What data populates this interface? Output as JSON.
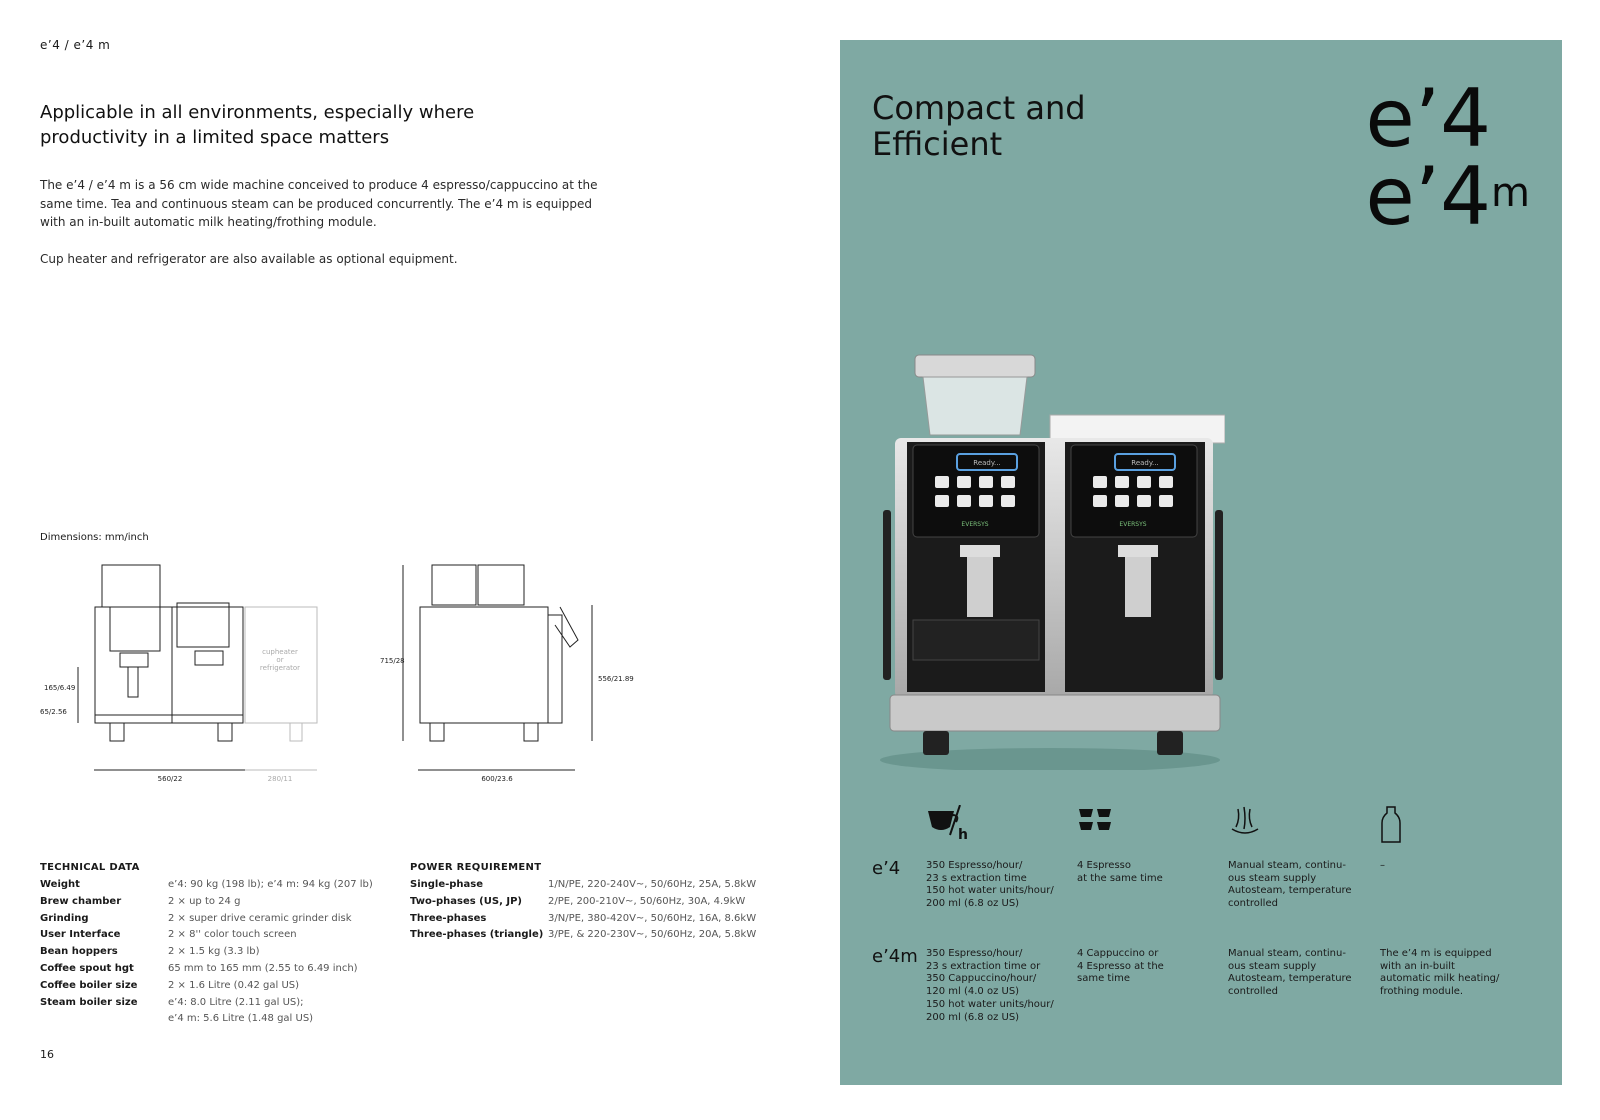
{
  "header": {
    "breadcrumb": "e’4 / e’4 m"
  },
  "left": {
    "headline": "Applicable in all environments, especially where productivity in a limited space matters",
    "paragraphs": [
      "The e’4 / e’4 m is a 56 cm wide machine conceived to produce 4 espresso/cappuccino at the same time. Tea and continuous steam can be produced concurrently. The e’4 m is equipped with an in-built automatic milk heating/frothing module.",
      "Cup heater and refrigerator are also available as optional equipment."
    ],
    "dimensions_label": "Dimensions: mm/inch",
    "drawing_labels": {
      "cupheater": "cupheater",
      "or": "or",
      "refrigerator": "refrigerator",
      "h165": "165/6.49",
      "h65": "65/2.56",
      "w560": "560/22",
      "w280": "280/11",
      "h715": "715/28",
      "h556": "556/21.89",
      "d600": "600/23.6"
    },
    "page_number": "16"
  },
  "technical": {
    "title": "TECHNICAL DATA",
    "rows": [
      {
        "k": "Weight",
        "v": "e’4: 90 kg (198 lb); e’4 m: 94 kg (207 lb)"
      },
      {
        "k": "Brew chamber",
        "v": "2 × up to 24 g"
      },
      {
        "k": "Grinding",
        "v": "2 × super drive ceramic grinder disk"
      },
      {
        "k": "User Interface",
        "v": "2 × 8'' color touch screen"
      },
      {
        "k": "Bean hoppers",
        "v": "2 × 1.5 kg (3.3 lb)"
      },
      {
        "k": "Coffee spout hgt",
        "v": "65 mm to 165 mm (2.55 to 6.49 inch)"
      },
      {
        "k": "Coffee boiler size",
        "v": "2 × 1.6 Litre (0.42 gal US)"
      },
      {
        "k": "Steam boiler size",
        "v": "e’4: 8.0 Litre (2.11 gal US);"
      },
      {
        "k": "",
        "v": "e’4 m: 5.6 Litre (1.48 gal US)"
      }
    ]
  },
  "power": {
    "title": "POWER REQUIREMENT",
    "rows": [
      {
        "k": "Single-phase",
        "v": "1/N/PE, 220-240V~, 50/60Hz, 25A, 5.8kW"
      },
      {
        "k": "Two-phases (US, JP)",
        "v": "2/PE, 200-210V~, 50/60Hz, 30A, 4.9kW"
      },
      {
        "k": "Three-phases",
        "v": "3/N/PE, 380-420V~, 50/60Hz, 16A, 8.6kW"
      },
      {
        "k": "Three-phases (triangle)",
        "v": "3/PE, & 220-230V~, 50/60Hz, 20A, 5.8kW"
      }
    ]
  },
  "panel": {
    "title_line1": "Compact and",
    "title_line2": "Efficient",
    "model_line1": "e’4",
    "model_line2": "e’4",
    "model_sup": "m",
    "icons": [
      "cup-per-hour-icon",
      "four-cups-icon",
      "steam-icon",
      "milk-bottle-icon"
    ],
    "icon_h_letter": "h",
    "bg_color": "#7fa9a3",
    "machine_brand": "EVERSYS",
    "screen_text": "Ready...",
    "rows": [
      {
        "label": "e’4",
        "c1": "350 Espresso/hour/\n23 s extraction time\n150 hot water units/hour/\n200 ml (6.8 oz US)",
        "c2": "4 Espresso\nat the same time",
        "c3": "Manual steam, continu-\nous steam supply\nAutosteam, temperature\ncontrolled",
        "c4": "–"
      },
      {
        "label": "e’4m",
        "c1": "350 Espresso/hour/\n23 s extraction time or\n350 Cappuccino/hour/\n120 ml (4.0 oz US)\n150 hot water units/hour/\n200 ml (6.8 oz US)",
        "c2": "4 Cappuccino or\n4 Espresso at the\nsame time",
        "c3": "Manual steam, continu-\nous steam supply\nAutosteam, temperature\ncontrolled",
        "c4": "The e’4 m is equipped\nwith an in-built\nautomatic milk heating/\nfrothing module."
      }
    ]
  }
}
